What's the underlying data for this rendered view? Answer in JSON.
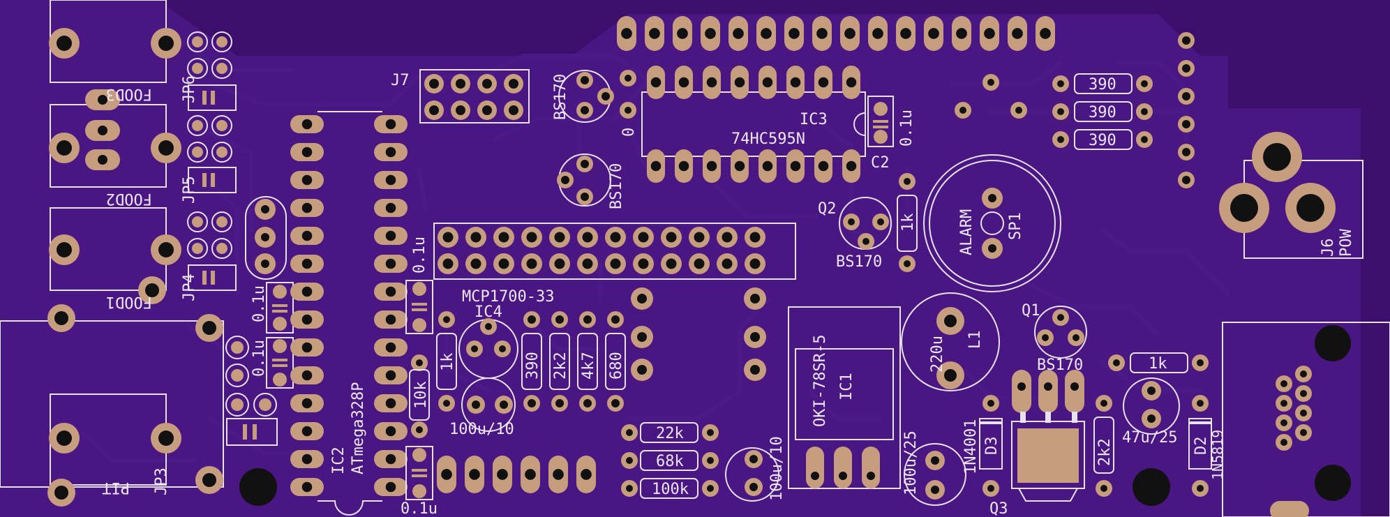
{
  "colors": {
    "board": "#3b0f6b",
    "copper_fill": "#4a1682",
    "trace": "#4c1a86",
    "pad": "#c69d7f",
    "silkscreen": "#e7e2ee",
    "drill": "#111111"
  },
  "components": {
    "connectors": [
      {
        "id": "j7",
        "label": "J7"
      },
      {
        "id": "jp6",
        "label": "JP6"
      },
      {
        "id": "jp5",
        "label": "JP5"
      },
      {
        "id": "jp4",
        "label": "JP4"
      },
      {
        "id": "jp3",
        "label": "JP3"
      },
      {
        "id": "j6",
        "label": "J6"
      },
      {
        "id": "j6-pow",
        "label": "POW"
      },
      {
        "id": "food3",
        "label": "FOOD3"
      },
      {
        "id": "food2",
        "label": "FOOD2"
      },
      {
        "id": "food1",
        "label": "FOOD1"
      },
      {
        "id": "pit",
        "label": "PIT"
      }
    ],
    "ics": [
      {
        "id": "ic3-name",
        "label": "IC3"
      },
      {
        "id": "ic3-part",
        "label": "74HC595N"
      },
      {
        "id": "ic2-name",
        "label": "IC2"
      },
      {
        "id": "ic2-part",
        "label": "ATmega328P"
      },
      {
        "id": "ic4-name",
        "label": "IC4"
      },
      {
        "id": "ic4-part",
        "label": "MCP1700-33"
      },
      {
        "id": "ic1-name",
        "label": "IC1"
      },
      {
        "id": "ic1-part",
        "label": "OKI-78SR-5"
      }
    ],
    "transistors": [
      {
        "id": "bs170-a",
        "label": "BS170"
      },
      {
        "id": "bs170-b",
        "label": "BS170"
      },
      {
        "id": "q2",
        "label": "Q2"
      },
      {
        "id": "q2-part",
        "label": "BS170"
      },
      {
        "id": "q1",
        "label": "Q1"
      },
      {
        "id": "q1-part",
        "label": "BS170"
      },
      {
        "id": "q3",
        "label": "Q3"
      }
    ],
    "passives": [
      {
        "id": "c2",
        "label": "C2"
      },
      {
        "id": "c2-val",
        "label": "0.1u"
      },
      {
        "id": "r390-1",
        "label": "390"
      },
      {
        "id": "r390-2",
        "label": "390"
      },
      {
        "id": "r390-3",
        "label": "390"
      },
      {
        "id": "r1k-q2",
        "label": "1k"
      },
      {
        "id": "r1k-ic4",
        "label": "1k"
      },
      {
        "id": "r390-4",
        "label": "390"
      },
      {
        "id": "r2k2-1",
        "label": "2k2"
      },
      {
        "id": "r4k7",
        "label": "4k7"
      },
      {
        "id": "r680",
        "label": "680"
      },
      {
        "id": "r10k",
        "label": "10k"
      },
      {
        "id": "r22k",
        "label": "22k"
      },
      {
        "id": "r68k",
        "label": "68k"
      },
      {
        "id": "r100k",
        "label": "100k"
      },
      {
        "id": "r2k2-2",
        "label": "2k2"
      },
      {
        "id": "r1k-q1",
        "label": "1k"
      },
      {
        "id": "c-01u-a",
        "label": "0.1u"
      },
      {
        "id": "c-01u-b",
        "label": "0.1u"
      },
      {
        "id": "c-01u-c",
        "label": "0.1u"
      },
      {
        "id": "c-01u-d",
        "label": "0.1u"
      },
      {
        "id": "c100u10-a",
        "label": "100u/10"
      },
      {
        "id": "c100u10-b",
        "label": "100u/10"
      },
      {
        "id": "c100u25",
        "label": "100u/25"
      },
      {
        "id": "c47u25",
        "label": "47u/25"
      },
      {
        "id": "l1",
        "label": "L1"
      },
      {
        "id": "l1-val",
        "label": "220u"
      },
      {
        "id": "d3",
        "label": "D3"
      },
      {
        "id": "d3-part",
        "label": "1N4001"
      },
      {
        "id": "d2",
        "label": "D2"
      },
      {
        "id": "d2-part",
        "label": "1N5819"
      },
      {
        "id": "sp1",
        "label": "SP1"
      },
      {
        "id": "sp1-val",
        "label": "ALARM"
      },
      {
        "id": "zero",
        "label": "0"
      }
    ]
  }
}
